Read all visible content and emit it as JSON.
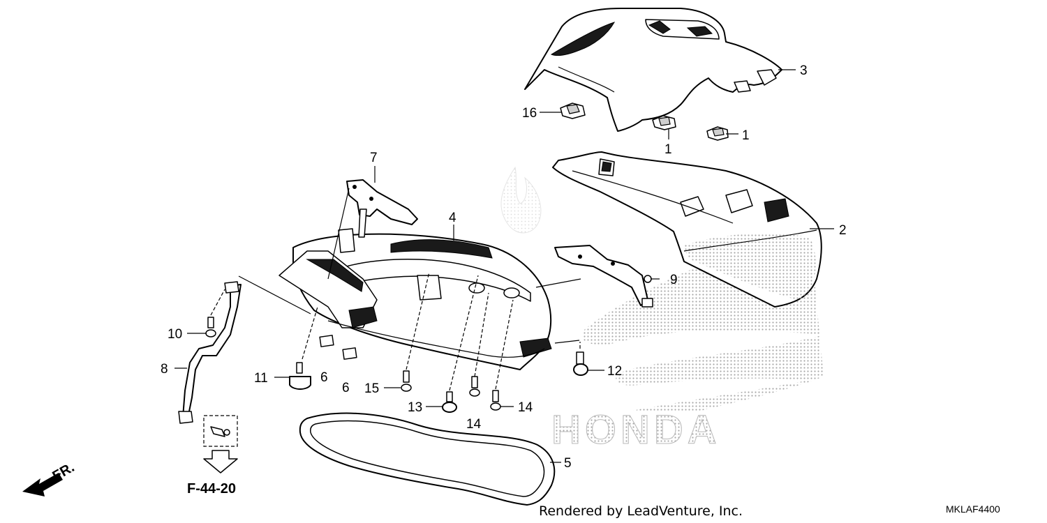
{
  "callouts": [
    {
      "id": "c1a",
      "text": "1"
    },
    {
      "id": "c1b",
      "text": "1"
    },
    {
      "id": "c2",
      "text": "2"
    },
    {
      "id": "c3",
      "text": "3"
    },
    {
      "id": "c4",
      "text": "4"
    },
    {
      "id": "c5",
      "text": "5"
    },
    {
      "id": "c6a",
      "text": "6"
    },
    {
      "id": "c6b",
      "text": "6"
    },
    {
      "id": "c7",
      "text": "7"
    },
    {
      "id": "c8",
      "text": "8"
    },
    {
      "id": "c9",
      "text": "9"
    },
    {
      "id": "c10",
      "text": "10"
    },
    {
      "id": "c11",
      "text": "11"
    },
    {
      "id": "c12",
      "text": "12"
    },
    {
      "id": "c13",
      "text": "13"
    },
    {
      "id": "c14a",
      "text": "14"
    },
    {
      "id": "c14b",
      "text": "14"
    },
    {
      "id": "c15",
      "text": "15"
    },
    {
      "id": "c16",
      "text": "16"
    }
  ],
  "reference": "F-44-20",
  "front_marker": "FR.",
  "watermark_brand": "HONDA",
  "footer_credit": "Rendered by LeadVenture, Inc.",
  "diagram_code": "MKLAF4400"
}
